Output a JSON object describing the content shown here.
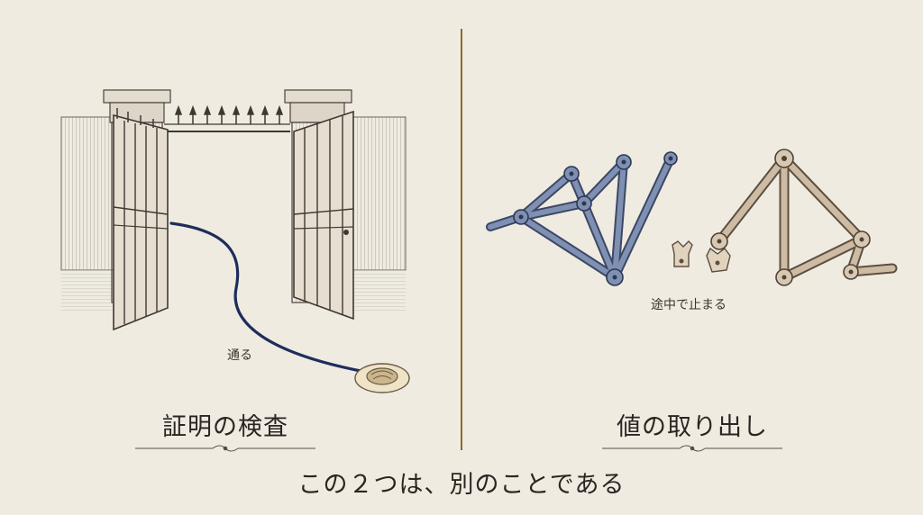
{
  "left_panel": {
    "title": "証明の検査",
    "path_label": "通る"
  },
  "right_panel": {
    "title": "値の取り出し",
    "stop_label": "途中で止まる"
  },
  "caption": "この２つは、別のことである",
  "colors": {
    "background": "#efebe1",
    "divider": "#8a6a2f",
    "path": "#1f2d5c",
    "blue_linkage": "#5d6f92",
    "tan_linkage": "#b3a08a",
    "ink": "#2b2622"
  }
}
